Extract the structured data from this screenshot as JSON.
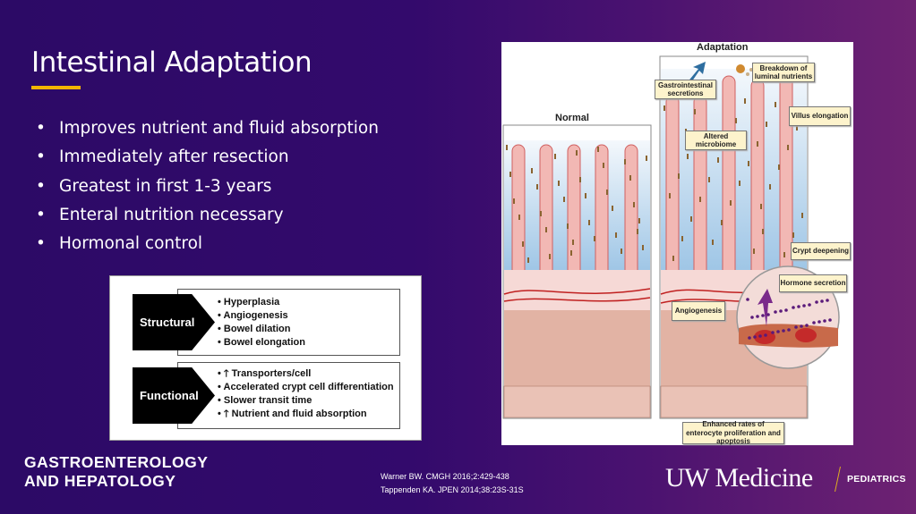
{
  "slide": {
    "title": "Intestinal Adaptation",
    "bullets": [
      "Improves nutrient and fluid absorption",
      "Immediately after resection",
      "Greatest in first 1-3 years",
      "Enteral nutrition necessary",
      "Hormonal control"
    ],
    "bullet_char": "•"
  },
  "adaptation_table": {
    "structural": {
      "label": "Structural",
      "items": [
        "• Hyperplasia",
        "• Angiogenesis",
        "• Bowel dilation",
        "• Bowel elongation"
      ]
    },
    "functional": {
      "label": "Functional",
      "items": [
        "• 🡑 Transporters/cell",
        "• Accelerated crypt cell differentiation",
        "• Slower transit time",
        "• 🡑 Nutrient and fluid absorption"
      ]
    }
  },
  "figure": {
    "normal_label": "Normal",
    "adaptation_label": "Adaptation",
    "callouts": {
      "gi_secretions": "Gastrointestinal secretions",
      "breakdown": "Breakdown of luminal nutrients",
      "villus": "Villus elongation",
      "microbiome": "Altered microbiome",
      "crypt": "Crypt deepening",
      "hormone": "Hormone secretion",
      "angiogenesis": "Angiogenesis",
      "enhanced": "Enhanced rates of enterocyte proliferation and apoptosis"
    }
  },
  "footer": {
    "department_line1": "GASTROENTEROLOGY",
    "department_line2": "AND HEPATOLOGY",
    "reference1": "Warner BW. CMGH 2016;2:429-438",
    "reference2": "Tappenden KA. JPEN 2014;38:23S-31S",
    "logo_text": "UW Medicine",
    "logo_sub": "PEDIATRICS"
  },
  "colors": {
    "accent": "#f2b600",
    "bg_left": "#2c0a66",
    "bg_right": "#6e2272"
  }
}
